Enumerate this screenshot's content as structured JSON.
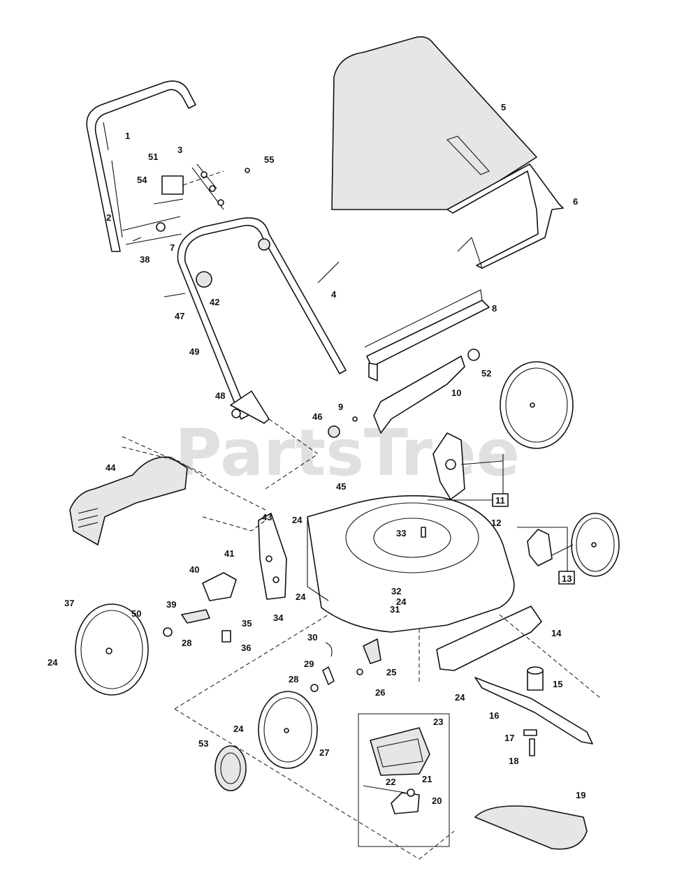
{
  "watermark": "PartsTree",
  "callouts": [
    "1",
    "2",
    "3",
    "4",
    "5",
    "6",
    "7",
    "8",
    "9",
    "10",
    "11",
    "12",
    "13",
    "14",
    "15",
    "16",
    "17",
    "18",
    "19",
    "20",
    "21",
    "22",
    "23",
    "24",
    "24",
    "24",
    "24",
    "24",
    "24",
    "25",
    "26",
    "27",
    "28",
    "28",
    "29",
    "30",
    "31",
    "32",
    "33",
    "34",
    "35",
    "36",
    "37",
    "38",
    "39",
    "40",
    "41",
    "42",
    "43",
    "44",
    "45",
    "46",
    "47",
    "48",
    "49",
    "50",
    "51",
    "52",
    "53",
    "54",
    "55"
  ]
}
